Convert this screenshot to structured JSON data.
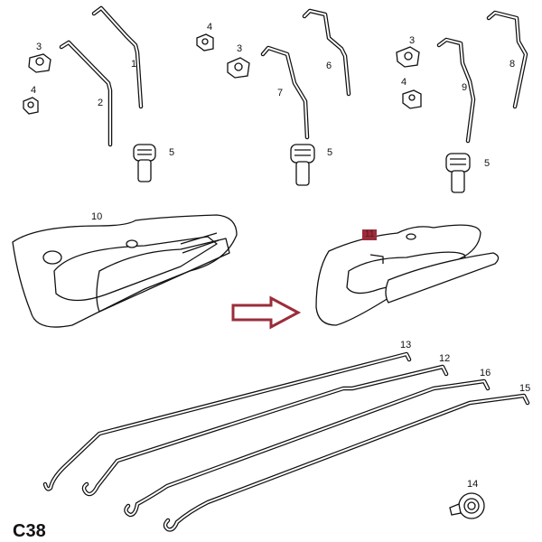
{
  "diagram": {
    "code": "C38",
    "accent_color": "#9b2d3a",
    "arrow_color": "#9b2d3a",
    "callouts": [
      {
        "id": "l3a",
        "text": "3"
      },
      {
        "id": "l4a",
        "text": "4"
      },
      {
        "id": "l2",
        "text": "2"
      },
      {
        "id": "l1",
        "text": "1"
      },
      {
        "id": "l5a",
        "text": "5"
      },
      {
        "id": "l4b",
        "text": "4"
      },
      {
        "id": "l3b",
        "text": "3"
      },
      {
        "id": "l7",
        "text": "7"
      },
      {
        "id": "l6",
        "text": "6"
      },
      {
        "id": "l5b",
        "text": "5"
      },
      {
        "id": "l3c",
        "text": "3"
      },
      {
        "id": "l4c",
        "text": "4"
      },
      {
        "id": "l9",
        "text": "9"
      },
      {
        "id": "l8",
        "text": "8"
      },
      {
        "id": "l5c",
        "text": "5"
      },
      {
        "id": "l10",
        "text": "10"
      },
      {
        "id": "l11",
        "text": "11"
      },
      {
        "id": "l13",
        "text": "13"
      },
      {
        "id": "l12",
        "text": "12"
      },
      {
        "id": "l16",
        "text": "16"
      },
      {
        "id": "l15",
        "text": "15"
      },
      {
        "id": "l14",
        "text": "14"
      }
    ]
  }
}
